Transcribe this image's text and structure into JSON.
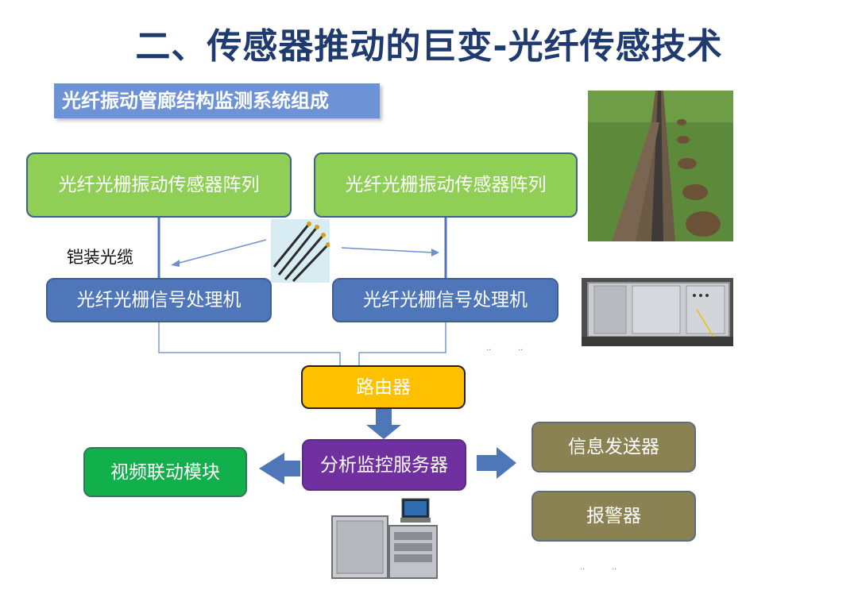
{
  "title": "二、传感器推动的巨变-光纤传感技术",
  "subtitle": "光纤振动管廊结构监测系统组成",
  "nodes": {
    "sensor_left": "光纤光栅振动传感器阵列",
    "sensor_right": "光纤光栅振动传感器阵列",
    "cable_label": "铠装光缆",
    "processor_left": "光纤光栅信号处理机",
    "processor_right": "光纤光栅信号处理机",
    "router": "路由器",
    "server": "分析监控服务器",
    "video": "视频联动模块",
    "sender": "信息发送器",
    "alarm": "报警器"
  },
  "colors": {
    "title": "#1f3a6e",
    "sensor": "#8fcf55",
    "processor": "#4f76b8",
    "router": "#ffc000",
    "server": "#7030a0",
    "video": "#12b04a",
    "output": "#8b8254",
    "arrow": "#4f76b8"
  }
}
